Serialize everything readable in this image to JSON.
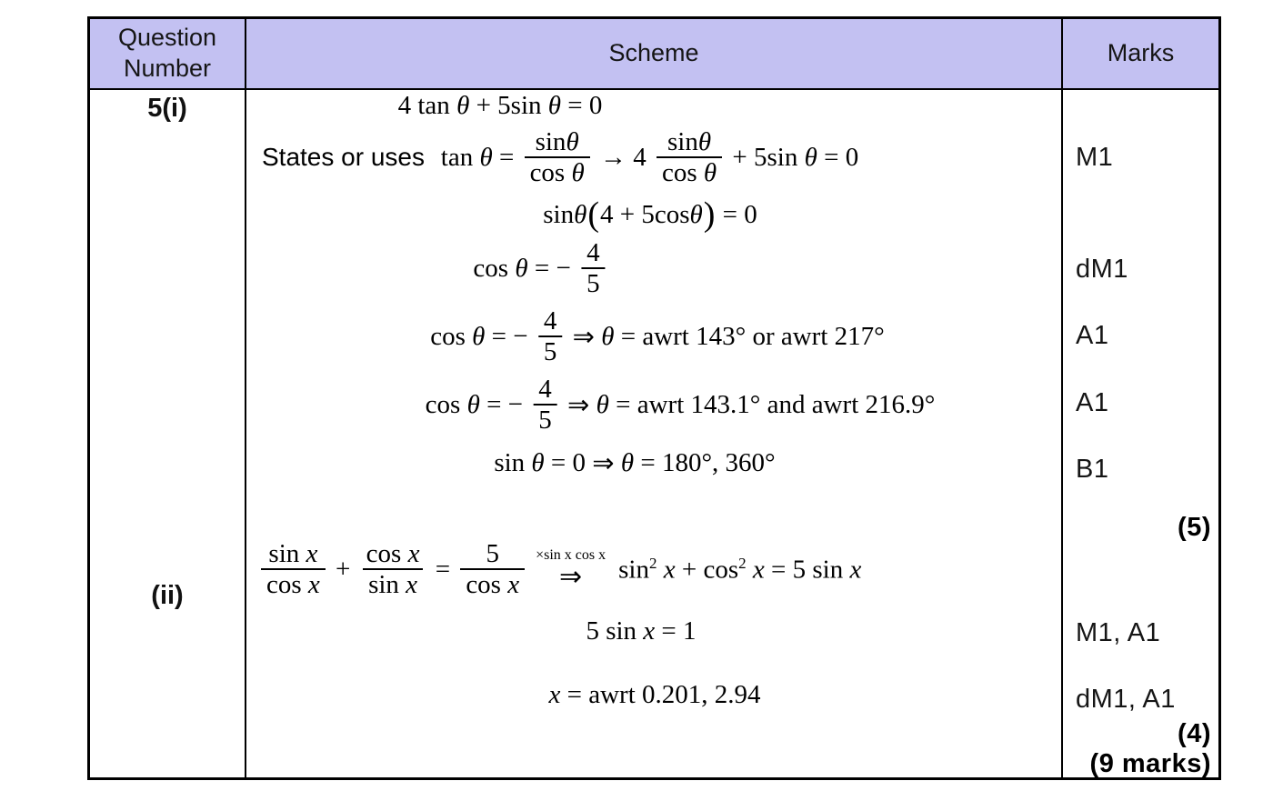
{
  "header": {
    "question_number": "Question Number",
    "scheme": "Scheme",
    "marks": "Marks"
  },
  "colors": {
    "header_bg": "#c3c1f2",
    "border": "#000000"
  },
  "part_i": {
    "label": "5(i)",
    "line1": {
      "t1": "4 tan ",
      "theta": "θ",
      "t2": " + 5sin ",
      "t3": " = 0"
    },
    "line2": {
      "label": "States or uses ",
      "tan": "tan ",
      "theta": "θ",
      "eq": " = ",
      "num_fn": "sin",
      "den_fn": "cos ",
      "arrow": " → ",
      "coef": "4 ",
      "tail1": " + 5sin ",
      "tail2": " = 0"
    },
    "line3": {
      "sin": "sin",
      "theta": "θ",
      "open": "(",
      "inner": "4 + 5cos",
      "close": ")",
      "end": " = 0"
    },
    "line4": {
      "cos": "cos ",
      "theta": "θ",
      "eq": " = − ",
      "num": "4",
      "den": "5"
    },
    "line5": {
      "cos": "cos ",
      "theta": "θ",
      "eq": " = − ",
      "num": "4",
      "den": "5",
      "imp": " ⇒ ",
      "eq2": " = ",
      "result": "awrt 143° or awrt 217°"
    },
    "line6": {
      "cos": "cos ",
      "theta": "θ",
      "eq": " = − ",
      "num": "4",
      "den": "5",
      "imp": " ⇒ ",
      "eq2": " = ",
      "result": "awrt 143.1° and awrt 216.9°"
    },
    "line7": {
      "sin": "sin ",
      "theta": "θ",
      "mid": " = 0 ",
      "imp": "⇒ ",
      "end": " = 180°, 360°"
    },
    "marks": {
      "m1": "M1",
      "dm1": "dM1",
      "a1_first": "A1",
      "a1_second": "A1",
      "b1": "B1",
      "subtotal": "(5)"
    }
  },
  "part_ii": {
    "label": "(ii)",
    "line1": {
      "f1n": "sin ",
      "f1d": "cos ",
      "x": "x",
      "plus": " + ",
      "f2n": "cos ",
      "f2d": "sin ",
      "eq": " = ",
      "f3n": "5",
      "f3d": "cos ",
      "note": "×sin x cos x",
      "imp": "⇒",
      "s1": "sin",
      "sup": "2",
      "x1": " x",
      "mid": " + cos",
      "x2": " x",
      "end": " = 5 sin ",
      "x3": "x"
    },
    "line2": {
      "t1": "5 sin ",
      "x": "x",
      "t2": " = 1"
    },
    "line3": {
      "x": "x",
      "t1": " = awrt 0.201, 2.94"
    },
    "marks": {
      "m1a1": "M1, A1",
      "dm1a1": "dM1, A1",
      "subtotal": "(4)"
    }
  },
  "total": "(9 marks)"
}
